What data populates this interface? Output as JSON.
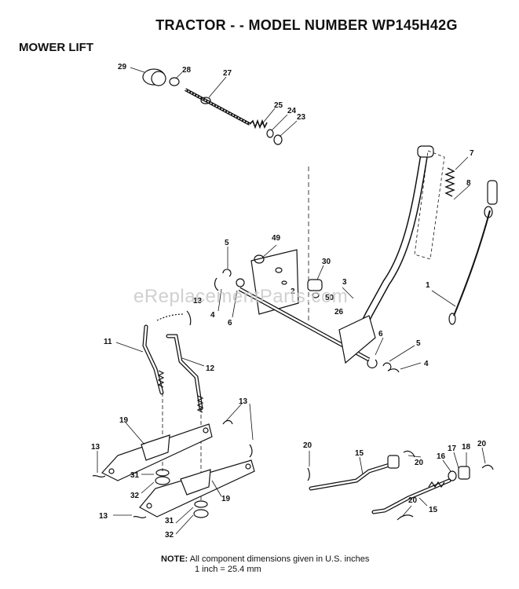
{
  "header": {
    "title": "TRACTOR - - MODEL NUMBER WP145H42G",
    "subtitle": "MOWER LIFT"
  },
  "watermark": "eReplacementParts.com",
  "note": {
    "label": "NOTE:",
    "line1": "All component  dimensions given in U.S. inches",
    "line2": "1 inch = 25.4 mm"
  },
  "callouts": [
    "29",
    "28",
    "27",
    "25",
    "24",
    "23",
    "7",
    "8",
    "5",
    "49",
    "30",
    "3",
    "2",
    "50",
    "26",
    "1",
    "4",
    "6",
    "11",
    "12",
    "13",
    "6",
    "5",
    "4",
    "13",
    "19",
    "13",
    "31",
    "32",
    "19",
    "13",
    "31",
    "32",
    "20",
    "15",
    "20",
    "16",
    "17",
    "18",
    "20",
    "20",
    "15"
  ]
}
